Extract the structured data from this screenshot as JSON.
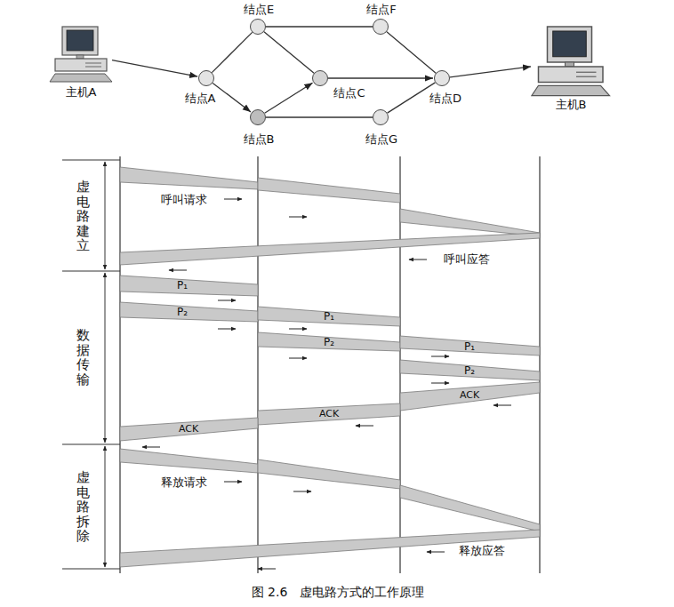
{
  "diagram": {
    "caption": "图 2.6　虚电路方式的工作原理",
    "nodes": [
      {
        "text": [
          "主机A"
        ]
      },
      {
        "text": [
          "结点E"
        ]
      },
      {
        "text": [
          "结点F"
        ]
      },
      {
        "text": [
          "结点A"
        ]
      },
      {
        "text": [
          "结点C"
        ]
      },
      {
        "text": [
          "结点D"
        ]
      },
      {
        "text": [
          "主机B"
        ]
      },
      {
        "text": [
          "结点B"
        ]
      },
      {
        "text": [
          "结点G"
        ]
      }
    ],
    "edges": [
      {
        "from": 0,
        "to": 3,
        "arrow": "to"
      },
      {
        "from": 3,
        "to": 1,
        "arrow": "none"
      },
      {
        "from": 3,
        "to": 7,
        "arrow": "to"
      },
      {
        "from": 1,
        "to": 4,
        "arrow": "none"
      },
      {
        "from": 7,
        "to": 4,
        "arrow": "to"
      },
      {
        "from": 1,
        "to": 2,
        "arrow": "none"
      },
      {
        "from": 2,
        "to": 5,
        "arrow": "none"
      },
      {
        "from": 4,
        "to": 5,
        "arrow": "to"
      },
      {
        "from": 7,
        "to": 8,
        "arrow": "none"
      },
      {
        "from": 8,
        "to": 5,
        "arrow": "none"
      },
      {
        "from": 5,
        "to": 6,
        "arrow": "to"
      }
    ],
    "labels": [
      "虚电路建立",
      "数据传输",
      "虚电路拆除",
      "呼叫请求",
      "呼叫应答",
      "P₁",
      "P₂",
      "P₁",
      "P₂",
      "P₁",
      "P₂",
      "ACK",
      "ACK",
      "ACK",
      "释放请求",
      "释放应答"
    ]
  }
}
